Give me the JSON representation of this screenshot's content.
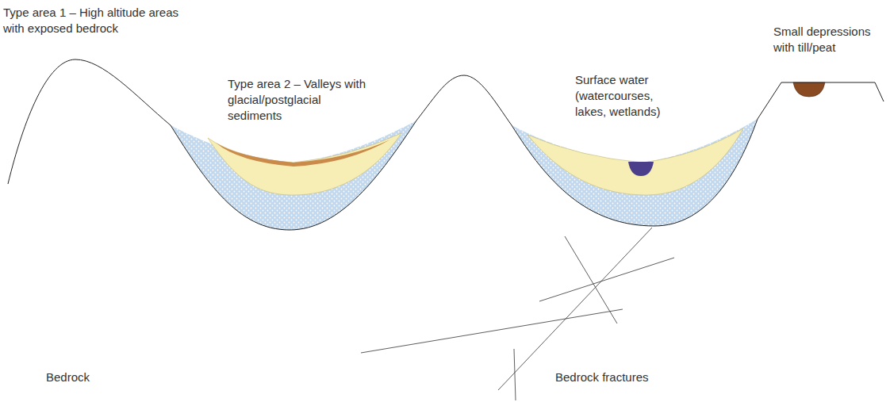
{
  "diagram": {
    "labels": [
      "Type area 1 – High altitude areas with exposed bedrock",
      "Type area 2 – Valleys with glacial/postglacial sediments",
      "Surface water (watercourses, lakes, wetlands)",
      "Small depressions with till/peat",
      "Bedrock",
      "Bedrock fractures"
    ]
  }
}
